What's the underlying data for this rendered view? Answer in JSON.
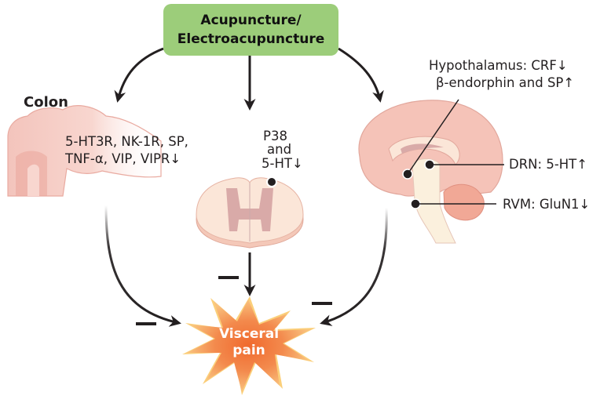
{
  "title_box": {
    "line1": "Acupuncture/",
    "line2": "Electroacupuncture",
    "color": "#9ccd7a"
  },
  "colon": {
    "label": "Colon",
    "markers_line1": "5-HT3R, NK-1R, SP,",
    "markers_line2": "TNF-α, VIP, VIPR↓",
    "color": "#f3c4bc"
  },
  "spinal_cord": {
    "line1": "P38",
    "line2": "and",
    "line3": "5-HT↓"
  },
  "brain": {
    "hypothalamus_line1": "Hypothalamus: CRF↓",
    "hypothalamus_line2": "β-endorphin and SP↑",
    "drn": "DRN: 5-HT↑",
    "rvm": "RVM: GluN1↓",
    "color": "#f5c3b8"
  },
  "outcome": {
    "line1": "Visceral",
    "line2": "pain",
    "color": "#f07a3a"
  },
  "inhibition_sign": "−"
}
